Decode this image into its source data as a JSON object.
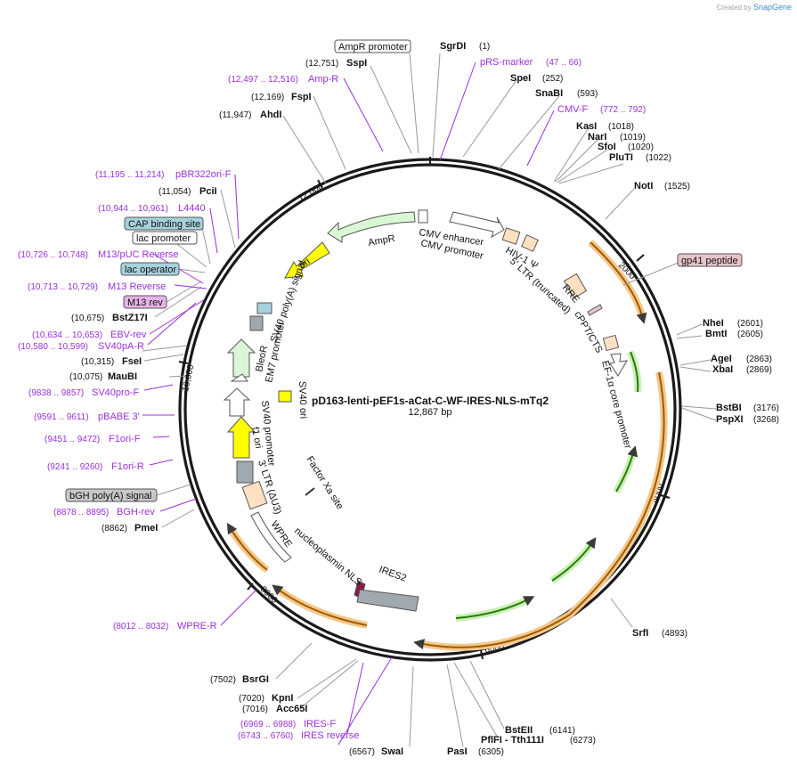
{
  "branding": {
    "created_by": "Created by",
    "product": "SnapGene"
  },
  "plasmid": {
    "name": "pD163-lenti-pEF1s-aCat-C-WF-IRES-NLS-mTq2",
    "size_label": "12,867 bp",
    "length": 12867
  },
  "ticks": [
    "2000",
    "4000",
    "6000",
    "8000",
    "10,000",
    "12,000"
  ],
  "features": [
    {
      "id": "ampr",
      "label": "AmpR",
      "color": "#d9f7d4"
    },
    {
      "id": "ori",
      "label": "ori",
      "color": "#ffff00"
    },
    {
      "id": "cmv-enhancer",
      "label": "CMV enhancer",
      "color": "#ffffff"
    },
    {
      "id": "cmv-promoter",
      "label": "CMV promoter",
      "color": "#ffffff"
    },
    {
      "id": "hiv-psi",
      "label": "HIV-1 Ψ",
      "color": "#ffe0c2"
    },
    {
      "id": "ltr5",
      "label": "5' LTR (truncated)",
      "color": "#ffe0c2"
    },
    {
      "id": "rre",
      "label": "RRE",
      "color": "#ffe0c2"
    },
    {
      "id": "cppt",
      "label": "cPPT/CTS",
      "color": "#ffe0c2"
    },
    {
      "id": "ef1a",
      "label": "EF-1α core promoter",
      "color": "#ffffff"
    },
    {
      "id": "sv40-polya",
      "label": "SV40 poly(A) signal",
      "color": "#a0a8b0"
    },
    {
      "id": "bleor",
      "label": "BleoR",
      "color": "#d9f7d4"
    },
    {
      "id": "em7",
      "label": "EM7 promoter",
      "color": "#ffffff"
    },
    {
      "id": "sv40-ori",
      "label": "SV40 ori",
      "color": "#ffff00"
    },
    {
      "id": "sv40-promoter",
      "label": "SV40 promoter",
      "color": "#ffffff"
    },
    {
      "id": "f1-ori",
      "label": "f1 ori",
      "color": "#ffff00"
    },
    {
      "id": "ltr3",
      "label": "3' LTR (ΔU3)",
      "color": "#ffe0c2"
    },
    {
      "id": "wpre",
      "label": "WPRE",
      "color": "#ffffff"
    },
    {
      "id": "factor-xa",
      "label": "Factor Xa site",
      "color": "#333333"
    },
    {
      "id": "nls",
      "label": "nucleoplasmin NLS",
      "color": "#8b1a4a"
    },
    {
      "id": "ires2",
      "label": "IRES2",
      "color": "#a0a8b0"
    }
  ],
  "enzymes": [
    {
      "name": "SgrDI",
      "pos": "(1)"
    },
    {
      "name": "SpeI",
      "pos": "(252)"
    },
    {
      "name": "SnaBI",
      "pos": "(593)"
    },
    {
      "name": "KasI",
      "pos": "(1018)"
    },
    {
      "name": "NarI",
      "pos": "(1019)"
    },
    {
      "name": "SfoI",
      "pos": "(1020)"
    },
    {
      "name": "PluTI",
      "pos": "(1022)"
    },
    {
      "name": "NotI",
      "pos": "(1525)"
    },
    {
      "name": "NheI",
      "pos": "(2601)"
    },
    {
      "name": "BmtI",
      "pos": "(2605)"
    },
    {
      "name": "AgeI",
      "pos": "(2863)"
    },
    {
      "name": "XbaI",
      "pos": "(2869)"
    },
    {
      "name": "BstBI",
      "pos": "(3176)"
    },
    {
      "name": "PspXI",
      "pos": "(3268)"
    },
    {
      "name": "SrfI",
      "pos": "(4893)"
    },
    {
      "name": "BstEII",
      "pos": "(6141)"
    },
    {
      "name": "PflFI - Tth111I",
      "pos": "(6273)"
    },
    {
      "name": "PasI",
      "pos": "(6305)"
    },
    {
      "name": "SwaI",
      "pos": "(6567)"
    },
    {
      "name": "Acc65I",
      "pos": "(7016)"
    },
    {
      "name": "KpnI",
      "pos": "(7020)"
    },
    {
      "name": "BsrGI",
      "pos": "(7502)"
    },
    {
      "name": "PmeI",
      "pos": "(8862)"
    },
    {
      "name": "MauBI",
      "pos": "(10,075)"
    },
    {
      "name": "FseI",
      "pos": "(10,315)"
    },
    {
      "name": "BstZ17I",
      "pos": "(10,675)"
    },
    {
      "name": "PciI",
      "pos": "(11,054)"
    },
    {
      "name": "AhdI",
      "pos": "(11,947)"
    },
    {
      "name": "FspI",
      "pos": "(12,169)"
    },
    {
      "name": "SspI",
      "pos": "(12,751)"
    }
  ],
  "primers": [
    {
      "name": "pRS-marker",
      "range": "(47 .. 66)"
    },
    {
      "name": "CMV-F",
      "range": "(772 .. 792)"
    },
    {
      "name": "IRES-F",
      "range": "(6969 .. 6988)"
    },
    {
      "name": "IRES reverse",
      "range": "(6743 .. 6760)"
    },
    {
      "name": "WPRE-R",
      "range": "(8012 .. 8032)"
    },
    {
      "name": "BGH-rev",
      "range": "(8878 .. 8895)"
    },
    {
      "name": "F1ori-R",
      "range": "(9241 .. 9260)"
    },
    {
      "name": "F1ori-F",
      "range": "(9451 .. 9472)"
    },
    {
      "name": "pBABE 3'",
      "range": "(9591 .. 9611)"
    },
    {
      "name": "SV40pro-F",
      "range": "(9838 .. 9857)"
    },
    {
      "name": "SV40pA-R",
      "range": "(10,580 .. 10,599)"
    },
    {
      "name": "EBV-rev",
      "range": "(10,634 .. 10,653)"
    },
    {
      "name": "M13 Reverse",
      "range": "(10,713 .. 10,729)"
    },
    {
      "name": "M13/pUC Reverse",
      "range": "(10,726 .. 10,748)"
    },
    {
      "name": "L4440",
      "range": "(10,944 .. 10,961)"
    },
    {
      "name": "pBR322ori-F",
      "range": "(11,195 .. 11,214)"
    },
    {
      "name": "Amp-R",
      "range": "(12,497 .. 12,516)"
    }
  ],
  "boxed_labels": [
    {
      "name": "AmpR promoter",
      "fill": "#ffffff"
    },
    {
      "name": "gp41 peptide",
      "fill": "#e8c4c8"
    },
    {
      "name": "CAP binding site",
      "fill": "#a6d2dc"
    },
    {
      "name": "lac promoter",
      "fill": "#ffffff"
    },
    {
      "name": "lac operator",
      "fill": "#a6d2dc"
    },
    {
      "name": "M13 rev",
      "fill": "#e6b3e6"
    },
    {
      "name": "bGH poly(A) signal",
      "fill": "#c8c8c8"
    }
  ]
}
